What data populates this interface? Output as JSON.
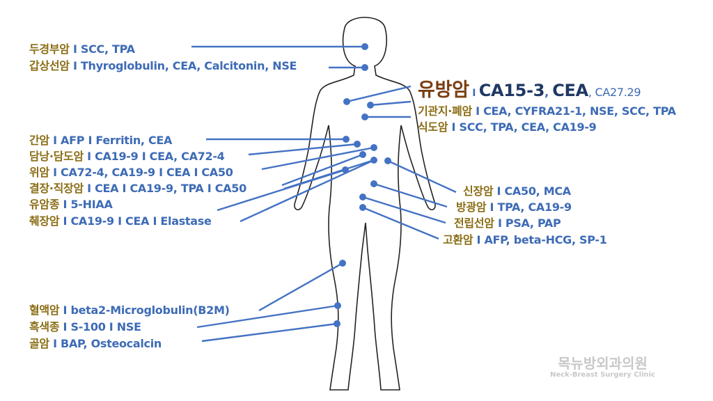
{
  "colors": {
    "organ": "#8a6d14",
    "marker": "#3d6bb5",
    "line": "#4472c4",
    "highlight_organ": "#7a3e12",
    "highlight_marker": "#1f3864"
  },
  "labels": [
    {
      "organ": "두경부암",
      "markers": "I SCC, TPA"
    },
    {
      "organ": "갑상선암",
      "markers": "I Thyroglobulin, CEA, Calcitonin, NSE"
    },
    {
      "organ": "간암",
      "markers": "I AFP I Ferritin, CEA"
    },
    {
      "organ": "담낭·담도암",
      "markers": "I CA19-9 I CEA, CA72-4"
    },
    {
      "organ": "위암",
      "markers": "I CA72-4, CA19-9 I CEA I CA50"
    },
    {
      "organ": "결장·직장암",
      "markers": "I CEA I CA19-9, TPA I CA50"
    },
    {
      "organ": "유암종",
      "markers": "I 5-HIAA"
    },
    {
      "organ": "췌장암",
      "markers": "I CA19-9 I CEA I Elastase"
    },
    {
      "organ": "혈액암",
      "markers": "I beta2-Microglobulin(B2M)"
    },
    {
      "organ": "흑색종",
      "markers": "I S-100 I NSE"
    },
    {
      "organ": "골암",
      "markers": "I BAP, Osteocalcin"
    },
    {
      "organ": "기관지·폐암",
      "markers": "I CEA, CYFRA21-1, NSE, SCC, TPA"
    },
    {
      "organ": "식도암",
      "markers": "I SCC, TPA, CEA, CA19-9"
    },
    {
      "organ": "신장암",
      "markers": "I CA50, MCA"
    },
    {
      "organ": "방광암",
      "markers": "I TPA, CA19-9"
    },
    {
      "organ": "전립선암",
      "markers": "I PSA, PAP"
    },
    {
      "organ": "고환암",
      "markers": "I AFP, beta-HCG, SP-1"
    }
  ],
  "breast": {
    "organ": "유방암",
    "sep": " I ",
    "main": "CA15-3",
    "comma": ", ",
    "main2": "CEA",
    "minor": ", CA27.29"
  },
  "logo": {
    "korean": "목뉴방외과의원",
    "english": "Neck-Breast Surgery Clinic"
  }
}
